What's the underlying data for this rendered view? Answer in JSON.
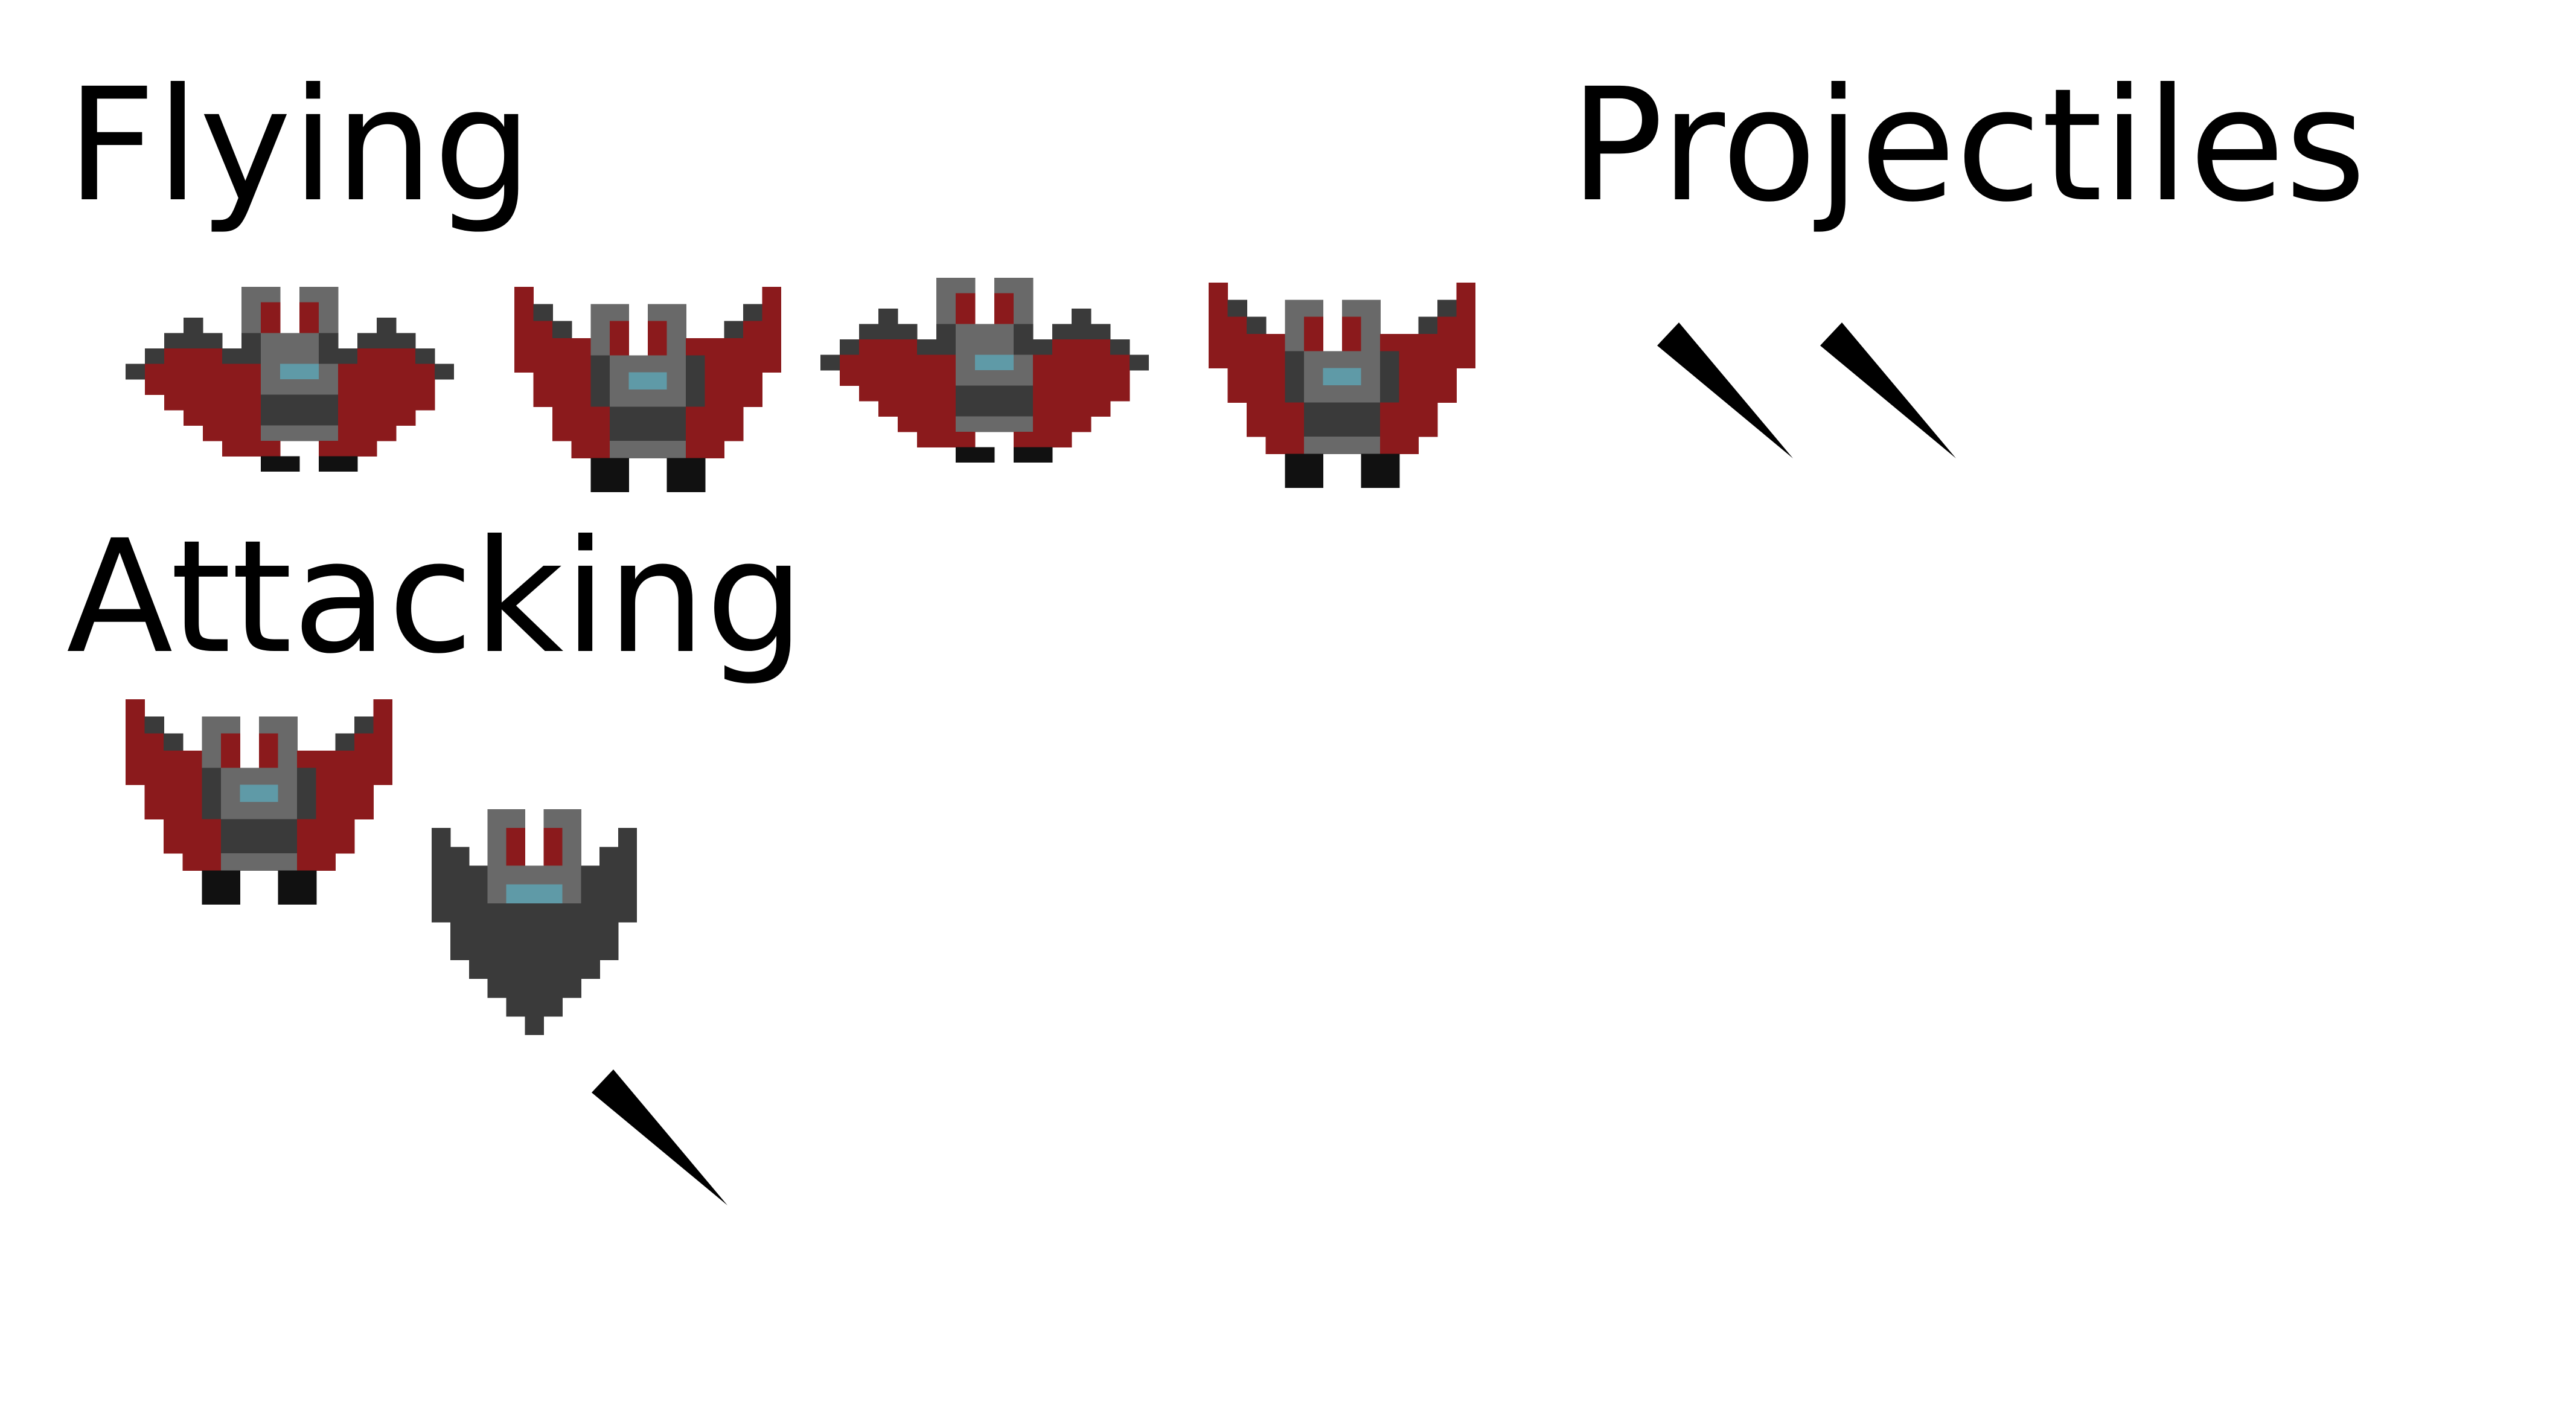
{
  "sections": {
    "flying": {
      "label": "Flying"
    },
    "projectiles": {
      "label": "Projectiles"
    },
    "attacking": {
      "label": "Attacking"
    }
  },
  "palette": {
    "outline": "#3a3a3a",
    "body": "#696969",
    "wing": "#8b1a1c",
    "eye": "#5f9aa7",
    "feet": "#111111",
    "projectile": "#000000",
    "background": "#ffffff"
  },
  "sprites": {
    "flying_frames": [
      "bat-flying-frame-1",
      "bat-flying-frame-2",
      "bat-flying-frame-3",
      "bat-flying-frame-4"
    ],
    "attacking_frames": [
      "bat-attacking-frame-1",
      "bat-attacking-frame-2"
    ],
    "projectile_frames": [
      "projectile-1",
      "projectile-2",
      "projectile-3"
    ]
  }
}
